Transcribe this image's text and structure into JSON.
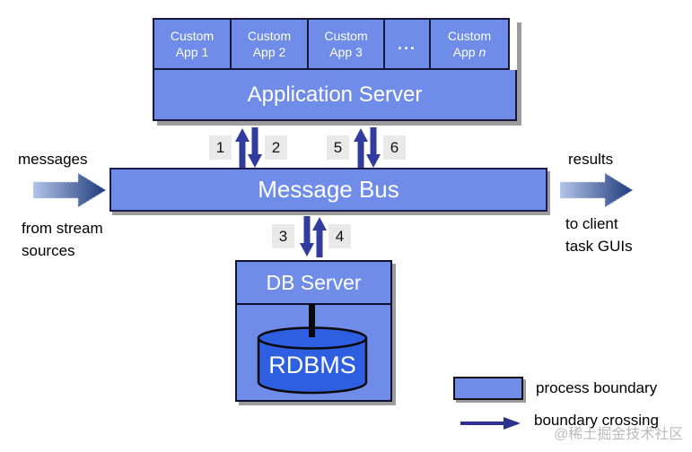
{
  "app_server": {
    "apps": [
      {
        "line1": "Custom",
        "line2": "App 1"
      },
      {
        "line1": "Custom",
        "line2": "App 2"
      },
      {
        "line1": "Custom",
        "line2": "App 3"
      },
      {
        "dots": "..."
      },
      {
        "line1": "Custom",
        "line2_prefix": "App ",
        "line2_suffix": "n"
      }
    ],
    "label": "Application Server"
  },
  "message_bus": {
    "label": "Message Bus"
  },
  "db": {
    "server_label": "DB Server",
    "rdbms_label": "RDBMS"
  },
  "flows": {
    "left": {
      "title": "messages",
      "caption_line1": "from stream",
      "caption_line2": "sources"
    },
    "right": {
      "title": "results",
      "caption_line1": "to client",
      "caption_line2": "task GUIs"
    }
  },
  "steps": [
    "1",
    "2",
    "3",
    "4",
    "5",
    "6"
  ],
  "legend": {
    "process_boundary": "process boundary",
    "boundary_crossing": "boundary crossing"
  },
  "watermark": "@稀土掘金技术社区",
  "colors": {
    "process_box_fill": "#6E8CE8",
    "rdbms_fill": "#2E5FE0",
    "arrow_navy": "#2E3192",
    "number_chip_bg": "#E9E9E9",
    "shadow_gray": "#9C9C9C",
    "flow_arrow_gradient_start": "#B3C4E8",
    "flow_arrow_gradient_end": "#1E3A7C"
  }
}
